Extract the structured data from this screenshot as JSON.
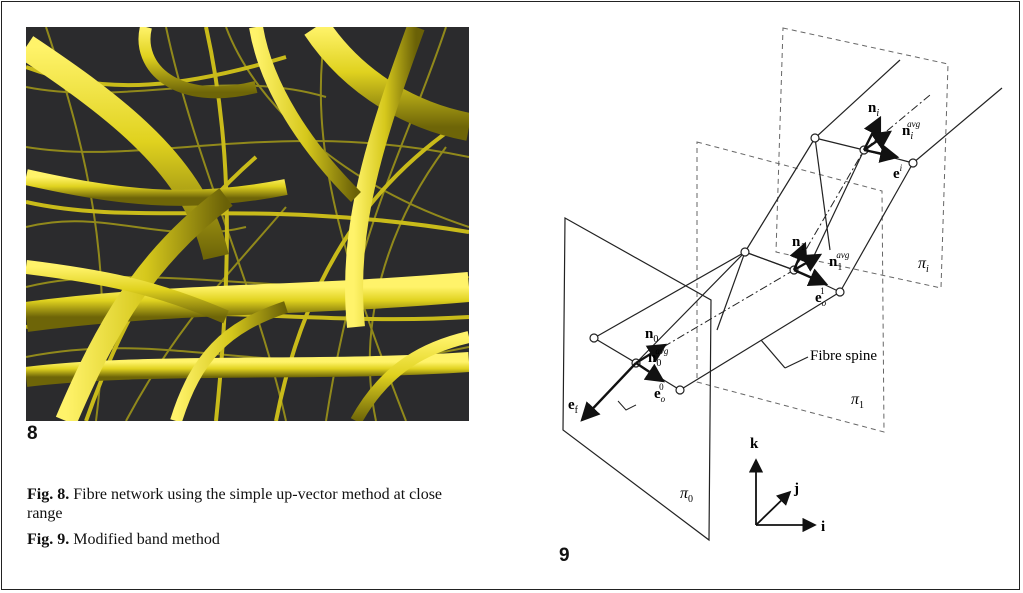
{
  "figure8": {
    "number": "8",
    "caption_label": "Fig. 8.",
    "caption_text": "Fibre network using the simple up-vector method at close range",
    "fibre_color": "#d8c81e",
    "background_color": "#2b2b2d"
  },
  "figure9": {
    "number": "9",
    "caption_label": "Fig. 9.",
    "caption_text": "Modified band method",
    "labels": {
      "n_i": "n",
      "n_i_sub": "i",
      "n_i_avg": "n",
      "n_i_avg_sub": "i",
      "n_i_avg_sup": "avg",
      "e_i": "e",
      "e_i_sup": "i",
      "n_1": "n",
      "n_1_sub": "1",
      "n_1_avg": "n",
      "n_1_avg_sub": "1",
      "n_1_avg_sup": "avg",
      "e_1": "e",
      "e_1_sub": "o",
      "e_1_sup": "1",
      "n_0": "n",
      "n_0_sub": "0",
      "n_0_avg": "n",
      "n_0_avg_sub": "0",
      "n_0_avg_sup": "avg",
      "e_0": "e",
      "e_0_sub": "o",
      "e_0_sup": "0",
      "e_f": "e",
      "e_f_sub": "f",
      "fibre_spine": "Fibre spine",
      "pi_i": "π",
      "pi_i_sub": "i",
      "pi_1": "π",
      "pi_1_sub": "1",
      "pi_0": "π",
      "pi_0_sub": "0",
      "axis_k": "k",
      "axis_j": "j",
      "axis_i": "i"
    }
  }
}
